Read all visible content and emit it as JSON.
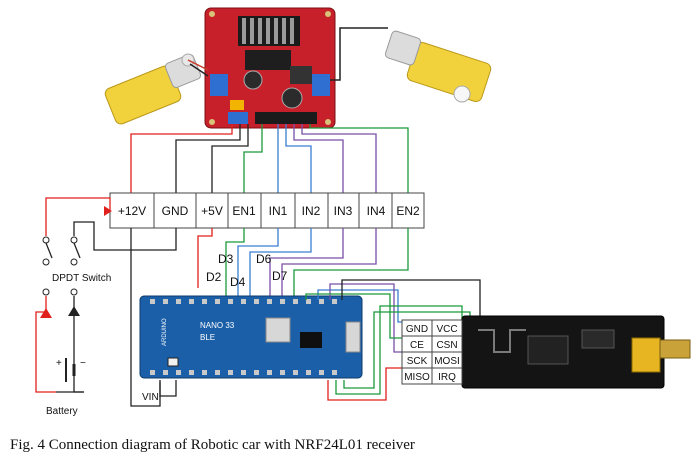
{
  "colors": {
    "wire_red": "#e0201b",
    "wire_black": "#222222",
    "wire_green": "#1a9a3a",
    "wire_purple": "#7a4fa8",
    "wire_blue": "#3a7fd0",
    "wire_grey": "#888888",
    "driver_board": "#c8202a",
    "arduino_board": "#1a5fa8",
    "nrf_board": "#141414",
    "motor_body": "#f2d23c"
  },
  "driver_pins": [
    "+12V",
    "GND",
    "+5V",
    "EN1",
    "IN1",
    "IN2",
    "IN3",
    "IN4",
    "EN2"
  ],
  "switch_label": "DPDT Switch",
  "battery": {
    "label": "Battery",
    "plus": "+",
    "minus": "−"
  },
  "arduino_pin_labels": [
    "D2",
    "D3",
    "D4",
    "D6",
    "D7"
  ],
  "arduino_board_text": {
    "title": "NANO 33",
    "sub": "BLE",
    "brand": "ARDUINO"
  },
  "vin_label": "VIN",
  "nrf_pins": [
    [
      "GND",
      "VCC"
    ],
    [
      "CE",
      "CSN"
    ],
    [
      "SCK",
      "MOSI"
    ],
    [
      "MISO",
      "IRQ"
    ]
  ],
  "caption": "Fig. 4 Connection diagram of Robotic car with NRF24L01 receiver"
}
